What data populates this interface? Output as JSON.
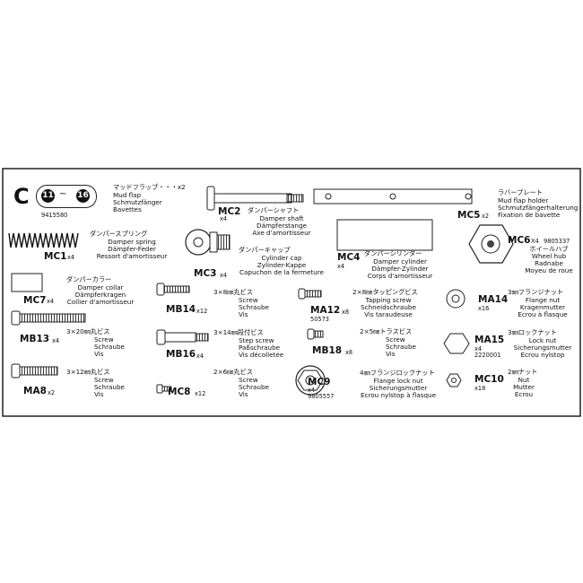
{
  "header": {
    "bag_letter": "C",
    "step_from": "11",
    "step_tilde": "~",
    "step_to": "16",
    "part_number": "9415580"
  },
  "parts": {
    "mudflap": {
      "jp": "マッドフラップ・・・x2",
      "en": "Mud flap",
      "de": "Schmutzfänger",
      "fr": "Bavettes"
    },
    "mc1": {
      "code": "MC1",
      "qty": "x4",
      "jp": "ダンパースプリング",
      "en": "Damper spring",
      "de": "Dämpfer-Feder",
      "fr": "Ressort d'amortisseur"
    },
    "mc2": {
      "code": "MC2",
      "qty": "x4",
      "jp": "ダンパーシャフト",
      "en": "Damper shaft",
      "de": "Dämpferstange",
      "fr": "Axe d'amortisseur"
    },
    "mc3": {
      "code": "MC3",
      "qty": "x4",
      "jp": "ダンパーキャップ",
      "en": "Cylinder cap",
      "de": "Zylinder-Kappe",
      "fr": "Capuchon de la fermeture"
    },
    "mc4": {
      "code": "MC4",
      "qty": "x4",
      "jp": "ダンパーシリンダー",
      "en": "Damper cylinder",
      "de": "Dämpfer-Zylinder",
      "fr": "Corps d'amortisseur"
    },
    "mc5": {
      "code": "MC5",
      "qty": "x2",
      "jp": "ラバープレート",
      "en": "Mud flap holder",
      "de": "Schmutzfängerhalterung",
      "fr": "Fixation de bavette"
    },
    "mc6": {
      "code": "MC6",
      "qty": "X4",
      "pn": "9805337",
      "jp": "ホイールハブ",
      "en": "Wheel hub",
      "de": "Radnabe",
      "fr": "Moyeu de roue"
    },
    "mc7": {
      "code": "MC7",
      "qty": "x4",
      "jp": "ダンパーカラー",
      "en": "Damper collar",
      "de": "Dämpferkragen",
      "fr": "Collier d'amortisseur"
    },
    "mb14": {
      "code": "MB14",
      "qty": "x12",
      "jp": "3×8㎜丸ビス",
      "en": "Screw",
      "de": "Schraube",
      "fr": "Vis"
    },
    "ma12": {
      "code": "MA12",
      "qty": "x8",
      "pn": "50573",
      "jp": "2×8㎜タッピングビス",
      "en": "Tapping screw",
      "de": "Schneidschraube",
      "fr": "Vis taraudeuse"
    },
    "ma14": {
      "code": "MA14",
      "qty": "x16",
      "jp": "3㎜フランジナット",
      "en": "Flange nut",
      "de": "Kragenmutter",
      "fr": "Ecrou à flasque"
    },
    "mb13": {
      "code": "MB13",
      "qty": "x4",
      "jp": "3×20㎜丸ビス",
      "en": "Screw",
      "de": "Schraube",
      "fr": "Vis"
    },
    "mb16": {
      "code": "MB16",
      "qty": "x4",
      "jp": "3×14㎜段付ビス",
      "en": "Step screw",
      "de": "Paßschraube",
      "fr": "Vis décolletée"
    },
    "mb18": {
      "code": "MB18",
      "qty": "x8",
      "jp": "2×5㎜トラスビス",
      "en": "Screw",
      "de": "Schraube",
      "fr": "Vis"
    },
    "ma15": {
      "code": "MA15",
      "qty": "x4",
      "pn": "2220001",
      "jp": "3㎜ロックナット",
      "en": "Lock nut",
      "de": "Sicherungsmutter",
      "fr": "Ecrou nylstop"
    },
    "ma8": {
      "code": "MA8",
      "qty": "x2",
      "jp": "3×12㎜丸ビス",
      "en": "Screw",
      "de": "Schraube",
      "fr": "Vis"
    },
    "mc8": {
      "code": "MC8",
      "qty": "x12",
      "jp": "2×6㎜丸ビス",
      "en": "Screw",
      "de": "Schraube",
      "fr": "Vis"
    },
    "mc9": {
      "code": "MC9",
      "qty": "x4",
      "pn": "9805557",
      "jp": "4㎜フランジロックナット",
      "en": "Flange lock nut",
      "de": "Sicherungsmutter",
      "fr": "Ecrou nylstop à flasque"
    },
    "mc10": {
      "code": "MC10",
      "qty": "x18",
      "jp": "2㎜ナット",
      "en": "Nut",
      "de": "Mutter",
      "fr": "Ecrou"
    }
  }
}
